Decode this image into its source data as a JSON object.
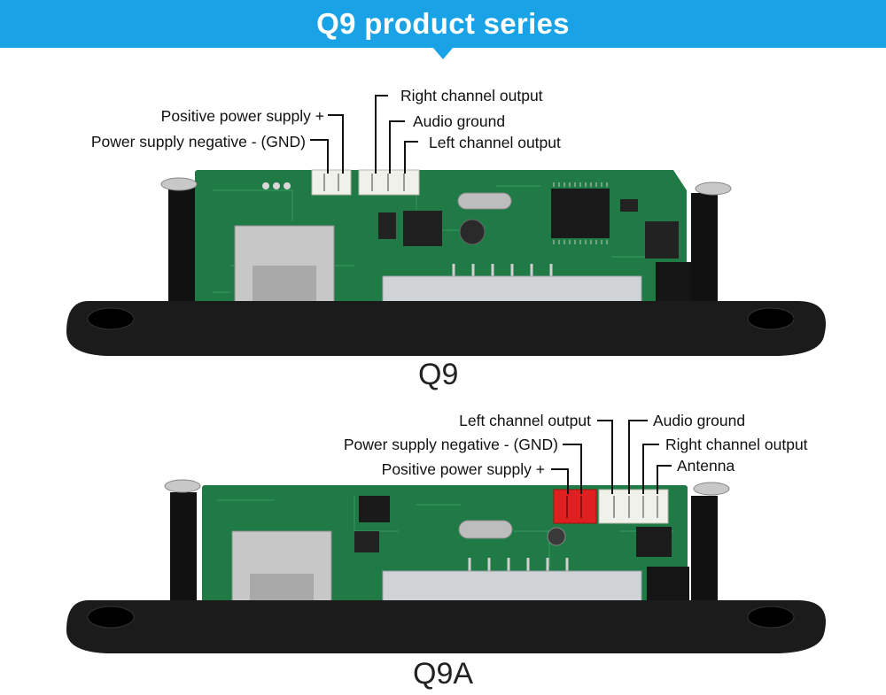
{
  "header": {
    "title": "Q9 product series",
    "accent_color": "#19a3e6"
  },
  "q9": {
    "model": "Q9",
    "labels": {
      "positive_power": "Positive power supply +",
      "power_negative": "Power supply negative - (GND)",
      "right_channel": "Right channel output",
      "audio_ground": "Audio ground",
      "left_channel": "Left channel output"
    }
  },
  "q9a": {
    "model": "Q9A",
    "labels": {
      "left_channel": "Left channel output",
      "power_negative": "Power supply negative - (GND)",
      "positive_power": "Positive power supply +",
      "audio_ground": "Audio ground",
      "right_channel": "Right channel output",
      "antenna": "Antenna"
    }
  }
}
